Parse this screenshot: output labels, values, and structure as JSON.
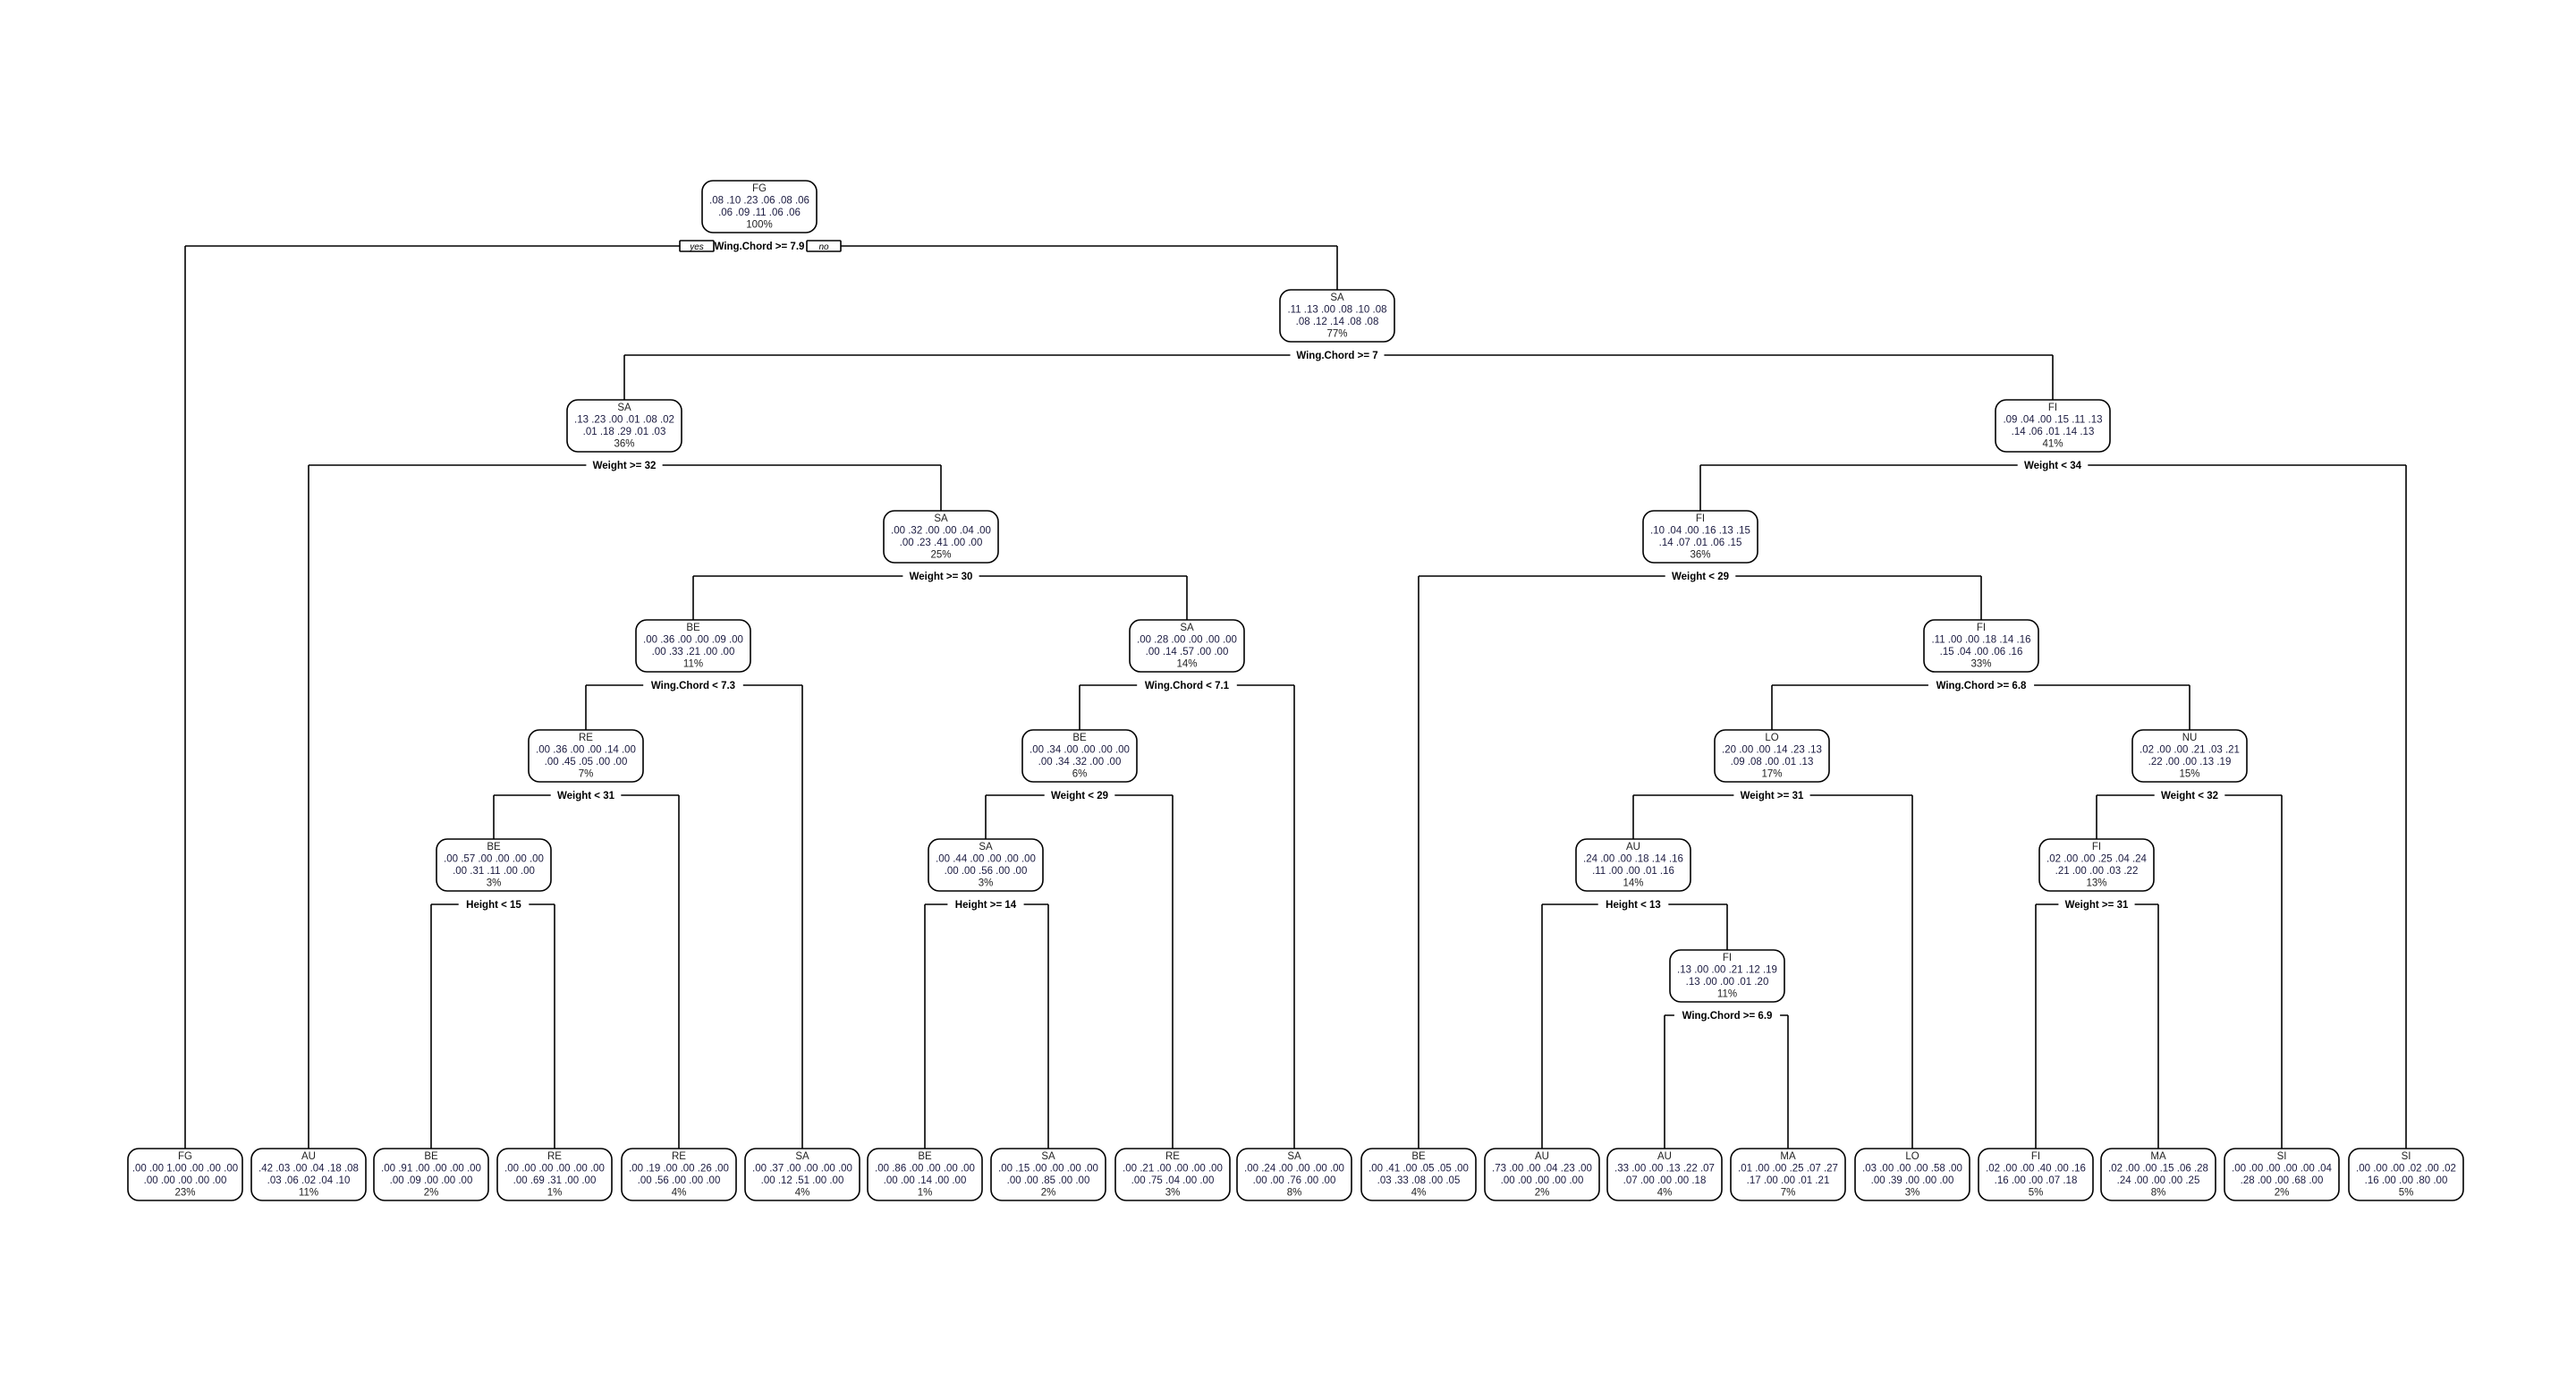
{
  "branch_labels": {
    "yes": "yes",
    "no": "no"
  },
  "nodes": {
    "root": {
      "label": "FG",
      "row1": ".08 .10 .23 .06 .08 .06",
      "row2": ".06 .09 .11 .06 .06",
      "pct": "100%",
      "split": "Wing.Chord >= 7.9",
      "yes": "fg23",
      "no": "sa77"
    },
    "sa77": {
      "label": "SA",
      "row1": ".11 .13 .00 .08 .10 .08",
      "row2": ".08 .12 .14 .08 .08",
      "pct": "77%",
      "split": "Wing.Chord >= 7",
      "yes": "sa36",
      "no": "fi41"
    },
    "sa36": {
      "label": "SA",
      "row1": ".13 .23 .00 .01 .08 .02",
      "row2": ".01 .18 .29 .01 .03",
      "pct": "36%",
      "split": "Weight >= 32",
      "yes": "au11",
      "no": "sa25"
    },
    "fi41": {
      "label": "FI",
      "row1": ".09 .04 .00 .15 .11 .13",
      "row2": ".14 .06 .01 .14 .13",
      "pct": "41%",
      "split": "Weight < 34",
      "yes": "fi36",
      "no": "si5"
    },
    "sa25": {
      "label": "SA",
      "row1": ".00 .32 .00 .00 .04 .00",
      "row2": ".00 .23 .41 .00 .00",
      "pct": "25%",
      "split": "Weight >= 30",
      "yes": "be11",
      "no": "sa14"
    },
    "fi36": {
      "label": "FI",
      "row1": ".10 .04 .00 .16 .13 .15",
      "row2": ".14 .07 .01 .06 .15",
      "pct": "36%",
      "split": "Weight < 29",
      "yes": "be4",
      "no": "fi33"
    },
    "be11": {
      "label": "BE",
      "row1": ".00 .36 .00 .00 .09 .00",
      "row2": ".00 .33 .21 .00 .00",
      "pct": "11%",
      "split": "Wing.Chord < 7.3",
      "yes": "re7",
      "no": "sa4"
    },
    "sa14": {
      "label": "SA",
      "row1": ".00 .28 .00 .00 .00 .00",
      "row2": ".00 .14 .57 .00 .00",
      "pct": "14%",
      "split": "Wing.Chord < 7.1",
      "yes": "be6",
      "no": "sa8"
    },
    "fi33": {
      "label": "FI",
      "row1": ".11 .00 .00 .18 .14 .16",
      "row2": ".15 .04 .00 .06 .16",
      "pct": "33%",
      "split": "Wing.Chord >= 6.8",
      "yes": "lo17",
      "no": "nu15"
    },
    "re7": {
      "label": "RE",
      "row1": ".00 .36 .00 .00 .14 .00",
      "row2": ".00 .45 .05 .00 .00",
      "pct": "7%",
      "split": "Weight < 31",
      "yes": "be3",
      "no": "re4"
    },
    "be6": {
      "label": "BE",
      "row1": ".00 .34 .00 .00 .00 .00",
      "row2": ".00 .34 .32 .00 .00",
      "pct": "6%",
      "split": "Weight < 29",
      "yes": "sa3",
      "no": "re3"
    },
    "lo17": {
      "label": "LO",
      "row1": ".20 .00 .00 .14 .23 .13",
      "row2": ".09 .08 .00 .01 .13",
      "pct": "17%",
      "split": "Weight >= 31",
      "yes": "au14",
      "no": "lo3"
    },
    "nu15": {
      "label": "NU",
      "row1": ".02 .00 .00 .21 .03 .21",
      "row2": ".22 .00 .00 .13 .19",
      "pct": "15%",
      "split": "Weight < 32",
      "yes": "fi13",
      "no": "si2"
    },
    "be3": {
      "label": "BE",
      "row1": ".00 .57 .00 .00 .00 .00",
      "row2": ".00 .31 .11 .00 .00",
      "pct": "3%",
      "split": "Height < 15",
      "yes": "be2",
      "no": "re1"
    },
    "sa3": {
      "label": "SA",
      "row1": ".00 .44 .00 .00 .00 .00",
      "row2": ".00 .00 .56 .00 .00",
      "pct": "3%",
      "split": "Height >= 14",
      "yes": "be1",
      "no": "sa2"
    },
    "au14": {
      "label": "AU",
      "row1": ".24 .00 .00 .18 .14 .16",
      "row2": ".11 .00 .00 .01 .16",
      "pct": "14%",
      "split": "Height < 13",
      "yes": "au2",
      "no": "fi11"
    },
    "fi13": {
      "label": "FI",
      "row1": ".02 .00 .00 .25 .04 .24",
      "row2": ".21 .00 .00 .03 .22",
      "pct": "13%",
      "split": "Weight >= 31",
      "yes": "fi5",
      "no": "ma8"
    },
    "fi11": {
      "label": "FI",
      "row1": ".13 .00 .00 .21 .12 .19",
      "row2": ".13 .00 .00 .01 .20",
      "pct": "11%",
      "split": "Wing.Chord >= 6.9",
      "yes": "au4",
      "no": "ma7"
    },
    "fg23": {
      "label": "FG",
      "row1": ".00 .00 1.00 .00 .00 .00",
      "row2": ".00 .00 .00 .00 .00",
      "pct": "23%"
    },
    "au11": {
      "label": "AU",
      "row1": ".42 .03 .00 .04 .18 .08",
      "row2": ".03 .06 .02 .04 .10",
      "pct": "11%"
    },
    "be2": {
      "label": "BE",
      "row1": ".00 .91 .00 .00 .00 .00",
      "row2": ".00 .09 .00 .00 .00",
      "pct": "2%"
    },
    "re1": {
      "label": "RE",
      "row1": ".00 .00 .00 .00 .00 .00",
      "row2": ".00 .69 .31 .00 .00",
      "pct": "1%"
    },
    "re4": {
      "label": "RE",
      "row1": ".00 .19 .00 .00 .26 .00",
      "row2": ".00 .56 .00 .00 .00",
      "pct": "4%"
    },
    "sa4": {
      "label": "SA",
      "row1": ".00 .37 .00 .00 .00 .00",
      "row2": ".00 .12 .51 .00 .00",
      "pct": "4%"
    },
    "be1": {
      "label": "BE",
      "row1": ".00 .86 .00 .00 .00 .00",
      "row2": ".00 .00 .14 .00 .00",
      "pct": "1%"
    },
    "sa2": {
      "label": "SA",
      "row1": ".00 .15 .00 .00 .00 .00",
      "row2": ".00 .00 .85 .00 .00",
      "pct": "2%"
    },
    "re3": {
      "label": "RE",
      "row1": ".00 .21 .00 .00 .00 .00",
      "row2": ".00 .75 .04 .00 .00",
      "pct": "3%"
    },
    "sa8": {
      "label": "SA",
      "row1": ".00 .24 .00 .00 .00 .00",
      "row2": ".00 .00 .76 .00 .00",
      "pct": "8%"
    },
    "be4": {
      "label": "BE",
      "row1": ".00 .41 .00 .05 .05 .00",
      "row2": ".03 .33 .08 .00 .05",
      "pct": "4%"
    },
    "au2": {
      "label": "AU",
      "row1": ".73 .00 .00 .04 .23 .00",
      "row2": ".00 .00 .00 .00 .00",
      "pct": "2%"
    },
    "au4": {
      "label": "AU",
      "row1": ".33 .00 .00 .13 .22 .07",
      "row2": ".07 .00 .00 .00 .18",
      "pct": "4%"
    },
    "ma7": {
      "label": "MA",
      "row1": ".01 .00 .00 .25 .07 .27",
      "row2": ".17 .00 .00 .01 .21",
      "pct": "7%"
    },
    "lo3": {
      "label": "LO",
      "row1": ".03 .00 .00 .00 .58 .00",
      "row2": ".00 .39 .00 .00 .00",
      "pct": "3%"
    },
    "fi5": {
      "label": "FI",
      "row1": ".02 .00 .00 .40 .00 .16",
      "row2": ".16 .00 .00 .07 .18",
      "pct": "5%"
    },
    "ma8": {
      "label": "MA",
      "row1": ".02 .00 .00 .15 .06 .28",
      "row2": ".24 .00 .00 .00 .25",
      "pct": "8%"
    },
    "si2": {
      "label": "SI",
      "row1": ".00 .00 .00 .00 .00 .04",
      "row2": ".28 .00 .00 .68 .00",
      "pct": "2%"
    },
    "si5": {
      "label": "SI",
      "row1": ".00 .00 .00 .02 .00 .02",
      "row2": ".16 .00 .00 .80 .00",
      "pct": "5%"
    }
  }
}
